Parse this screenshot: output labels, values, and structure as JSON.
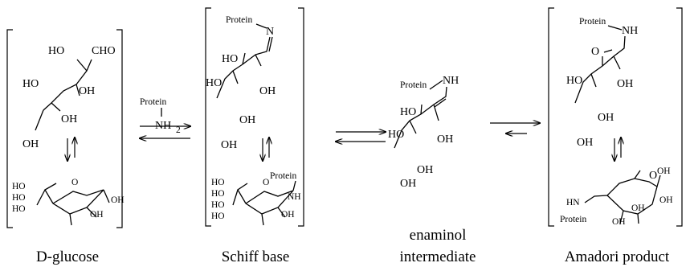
{
  "captions": {
    "glucose": "D-glucose",
    "schiff": "Schiff base",
    "enaminol_1": "enaminol",
    "enaminol_2": "intermediate",
    "amadori": "Amadori product"
  },
  "reagent": {
    "name": "Protein",
    "group": "NH",
    "subscript": "2"
  },
  "labels": {
    "ho": "HO",
    "oh": "OH",
    "cho": "CHO",
    "o": "O",
    "n": "N",
    "nh": "NH",
    "hn": "HN",
    "protein": "Protein",
    "ring_ho_stack": "HO",
    "ring_oh": "OH"
  }
}
